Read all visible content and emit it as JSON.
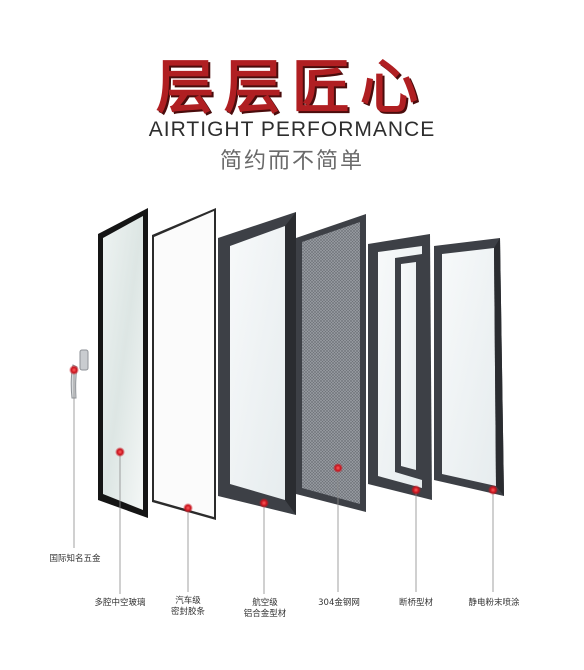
{
  "header": {
    "title": "层层匠心",
    "subtitle_en": "AIRTIGHT PERFORMANCE",
    "subtitle_cn": "简约而不简单"
  },
  "components": [
    {
      "label_line1": "国际知名五金",
      "label_line2": "",
      "icon": "window-handle-icon"
    },
    {
      "label_line1": "多腔中空玻璃",
      "label_line2": "",
      "icon": "glass-pane-icon"
    },
    {
      "label_line1": "汽车级",
      "label_line2": "密封胶条",
      "icon": "seal-strip-icon"
    },
    {
      "label_line1": "航空级",
      "label_line2": "铝合金型材",
      "icon": "aluminum-frame-icon"
    },
    {
      "label_line1": "304金钢网",
      "label_line2": "",
      "icon": "steel-mesh-icon"
    },
    {
      "label_line1": "断桥型材",
      "label_line2": "",
      "icon": "thermal-break-frame-icon"
    },
    {
      "label_line1": "静电粉末喷涂",
      "label_line2": "",
      "icon": "powder-coated-frame-icon"
    }
  ],
  "colors": {
    "title_red": "#b01f22",
    "marker_red": "#d0202a",
    "frame_dark": "#3a3d42",
    "leader_gray": "#8a8a8a"
  }
}
